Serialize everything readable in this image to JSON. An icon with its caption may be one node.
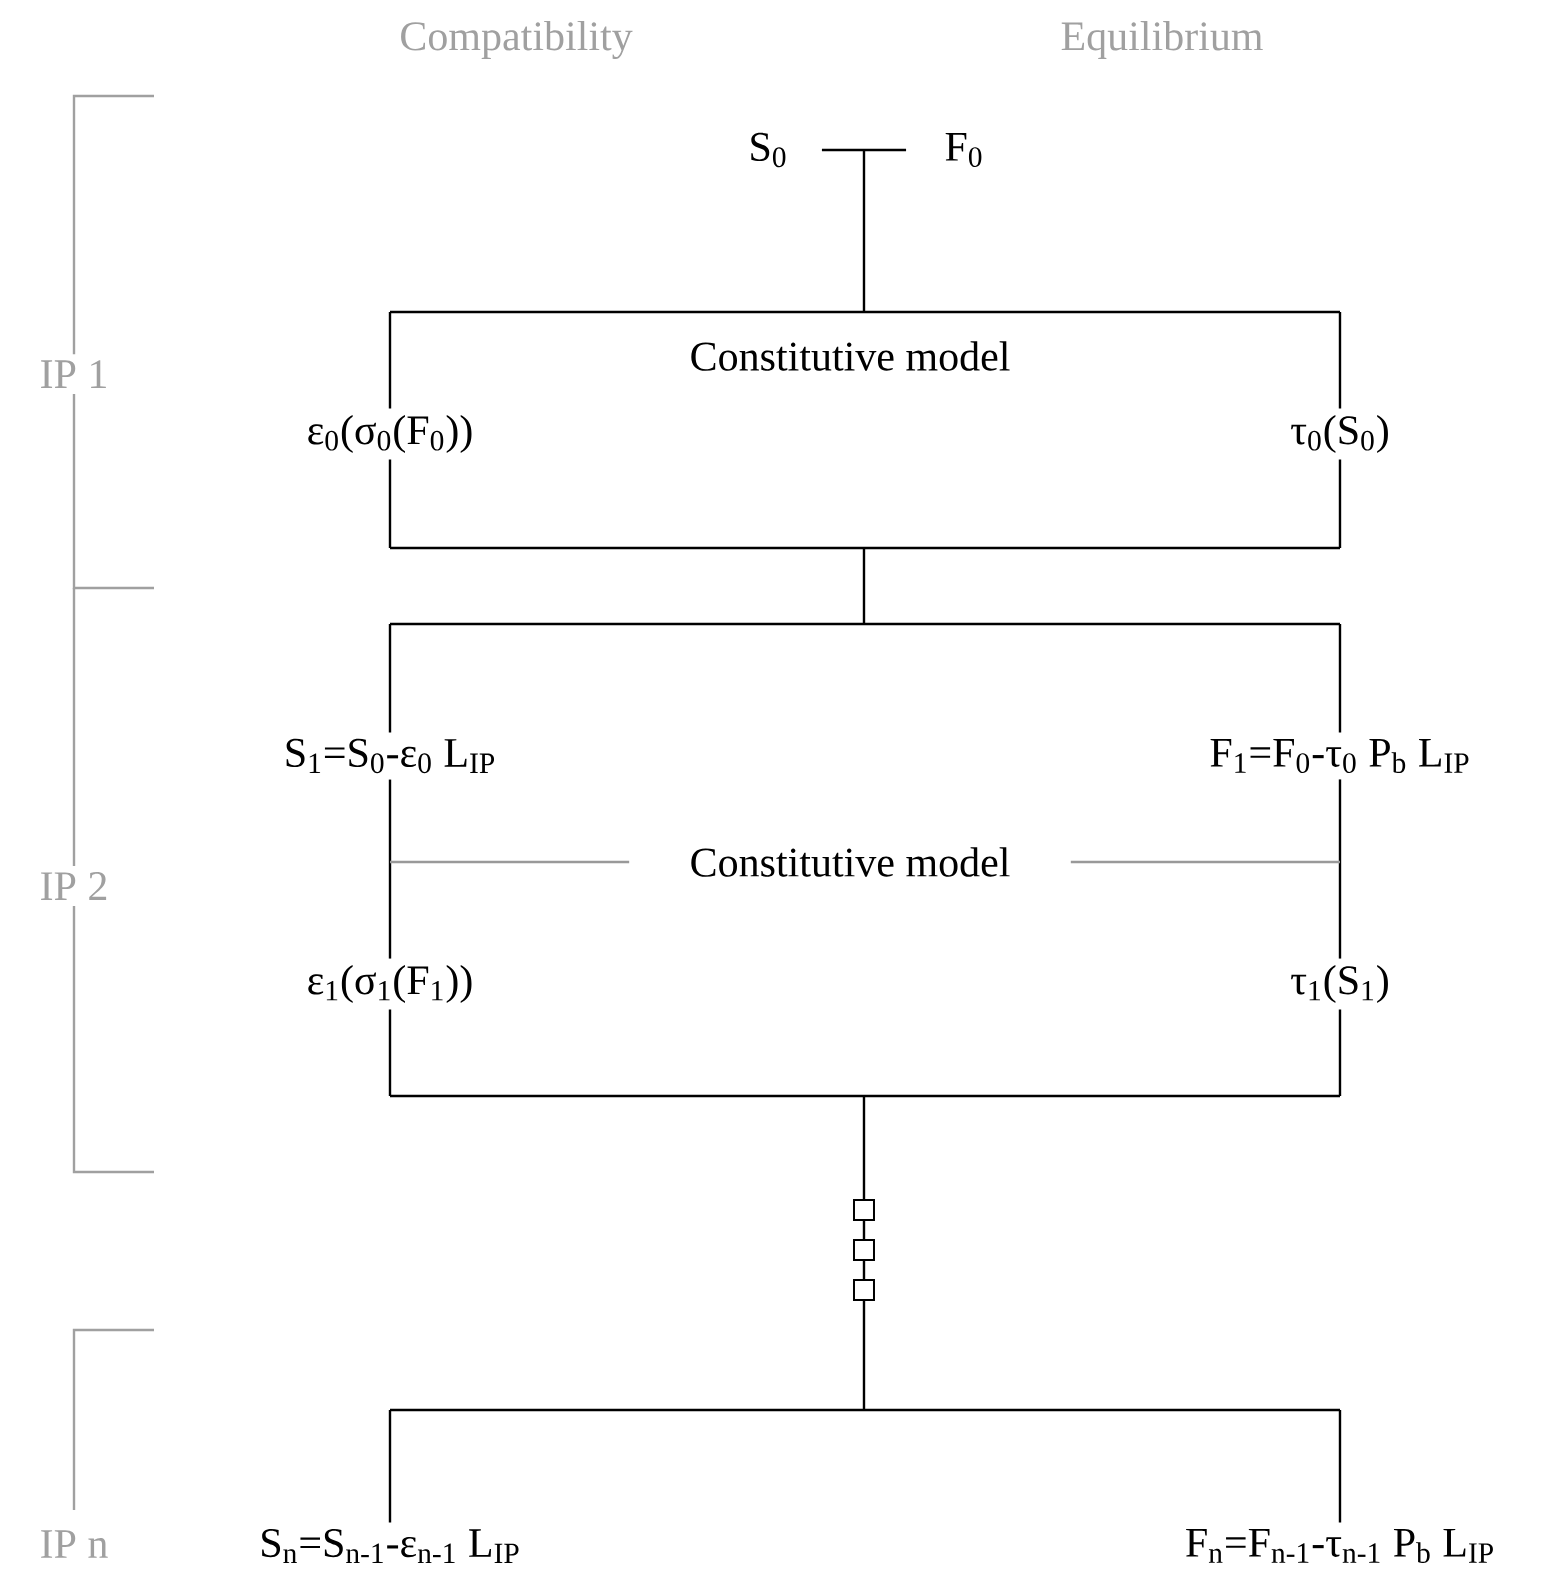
{
  "diagram": {
    "nodes": [
      {
        "text": [
          "S$_{0}$"
        ]
      },
      {
        "text": [
          "F$_{0}$"
        ]
      },
      {
        "text": [
          "Constitutive model"
        ]
      },
      {
        "text": [
          "ε$_{0}$(σ$_{0}$(F$_{0}$))"
        ]
      },
      {
        "text": [
          "τ$_{0}$(S$_{0}$)"
        ]
      },
      {
        "text": [
          "S$_{1}$=S$_{0}$-ε$_{0}$ L$_{IP}$"
        ]
      },
      {
        "text": [
          "F$_{1}$=F$_{0}$-τ$_{0}$ P$_{b}$ L$_{IP}$"
        ]
      },
      {
        "text": [
          "Constitutive model"
        ]
      },
      {
        "text": [
          "ε$_{1}$(σ$_{1}$(F$_{1}$))"
        ]
      },
      {
        "text": [
          "τ$_{1}$(S$_{1}$)"
        ]
      },
      {
        "text": [
          "S$_{n}$=S$_{n-1}$-ε$_{n-1}$ L$_{IP}$"
        ]
      },
      {
        "text": [
          "F$_{n}$=F$_{n-1}$-τ$_{n-1}$ P$_{b}$ L$_{IP}$"
        ]
      }
    ],
    "edges": [
      {
        "from": 0,
        "to": 3,
        "arrow": "none"
      },
      {
        "from": 0,
        "to": 4,
        "arrow": "none"
      },
      {
        "from": 1,
        "to": 3,
        "arrow": "none"
      },
      {
        "from": 1,
        "to": 4,
        "arrow": "none"
      },
      {
        "from": 3,
        "to": 5,
        "arrow": "none"
      },
      {
        "from": 3,
        "to": 6,
        "arrow": "none"
      },
      {
        "from": 4,
        "to": 5,
        "arrow": "none"
      },
      {
        "from": 4,
        "to": 6,
        "arrow": "none"
      },
      {
        "from": 5,
        "to": 8,
        "arrow": "none"
      },
      {
        "from": 6,
        "to": 9,
        "arrow": "none"
      },
      {
        "from": 7,
        "to": null,
        "arrow": "none",
        "color": "#999999"
      },
      {
        "from": 7,
        "to": null,
        "arrow": "none",
        "color": "#999999"
      },
      {
        "from": 8,
        "to": 10,
        "arrow": "none"
      },
      {
        "from": 8,
        "to": 11,
        "arrow": "none"
      },
      {
        "from": 9,
        "to": 10,
        "arrow": "none"
      },
      {
        "from": 9,
        "to": 11,
        "arrow": "none"
      }
    ],
    "labels": [
      "Compatibility",
      "Equilibrium",
      "IP 1",
      "IP 2",
      "IP n"
    ]
  }
}
